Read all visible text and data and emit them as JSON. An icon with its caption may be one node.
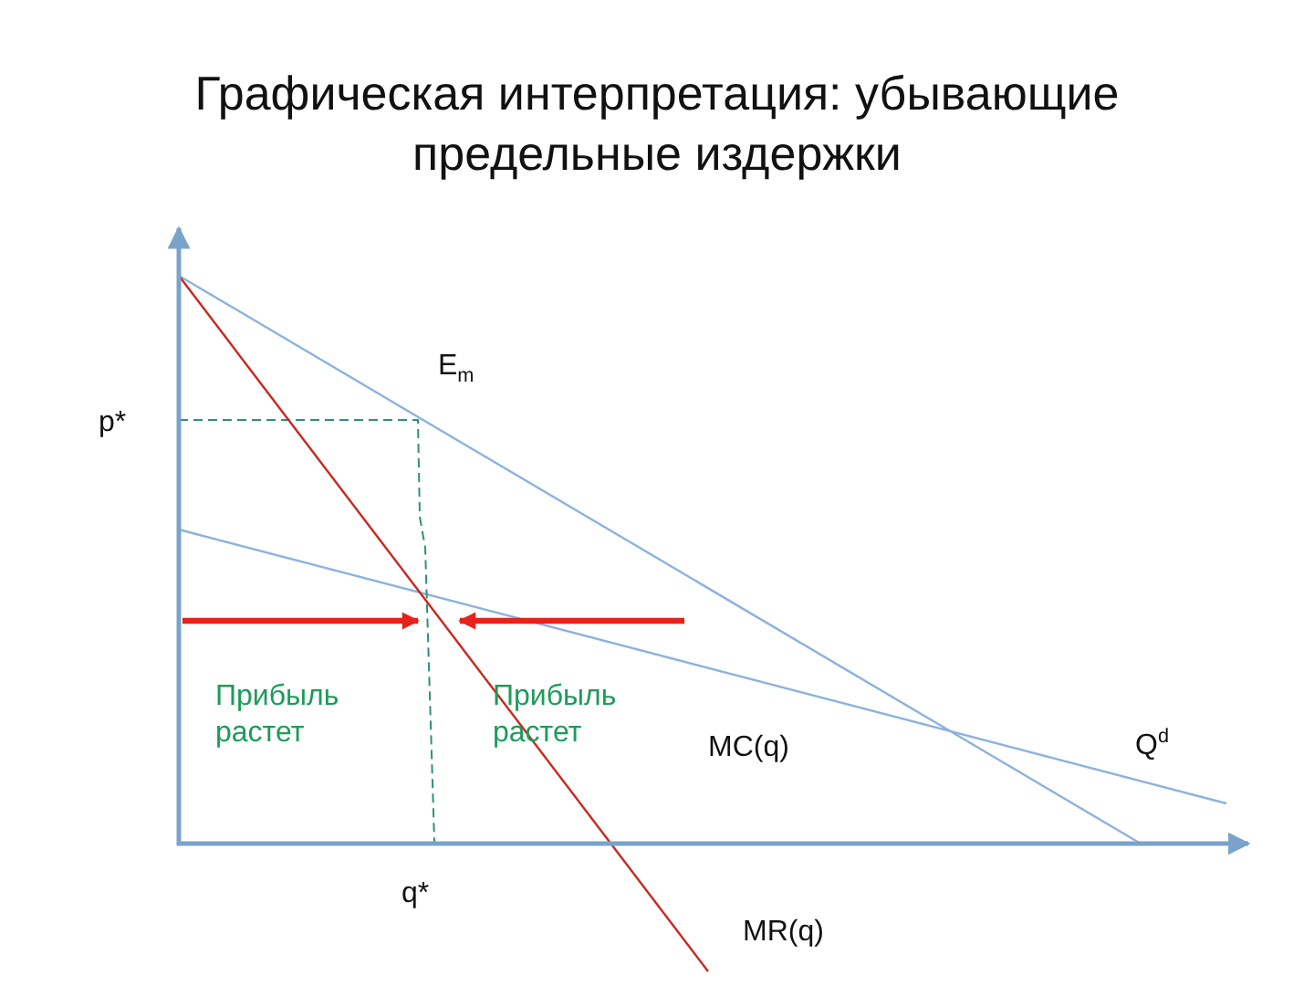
{
  "diagram": {
    "title": "Графическая интерпретация: убывающие предельные издержки",
    "labels": [
      "E$_{m}$",
      "p*",
      "Прибыль растет",
      "Прибыль растет",
      "MC(q)",
      "Q$^{d}$",
      "q*",
      "MR(q)"
    ]
  }
}
